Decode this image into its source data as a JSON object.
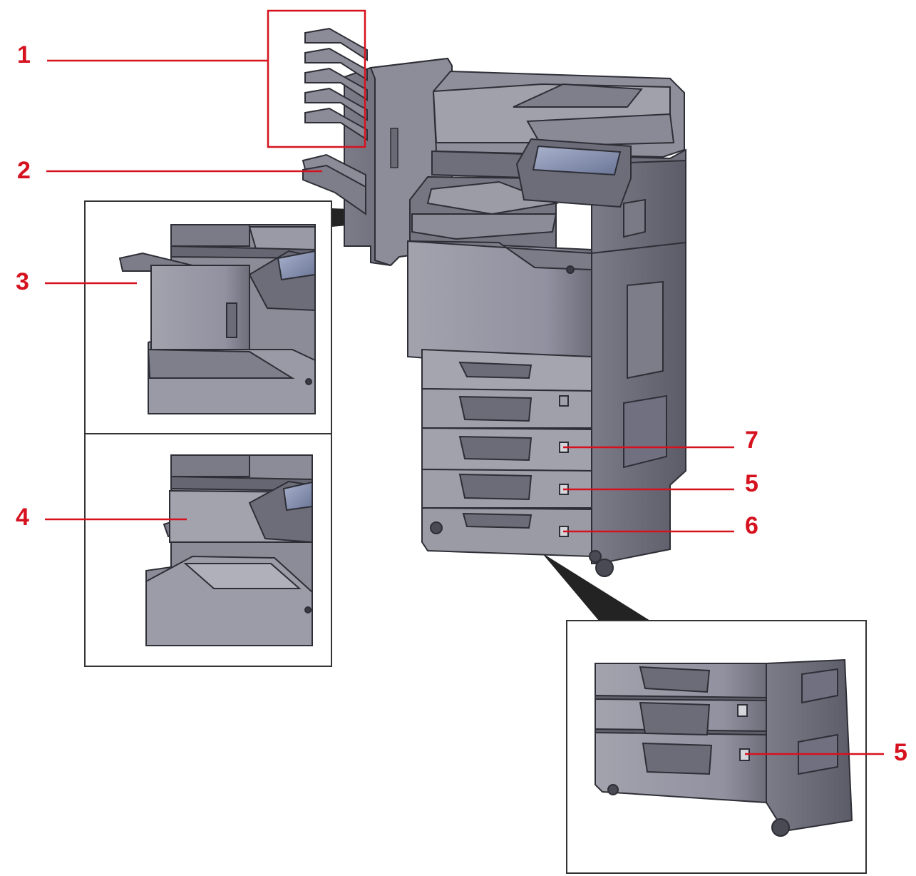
{
  "colors": {
    "callout": "#d6121f",
    "body_light": "#9b9ba7",
    "body_mid": "#858593",
    "body_dark": "#5f5f6b",
    "outline": "#2e2e36",
    "screen": "#7a86a8",
    "frame": "#333333",
    "wedge": "#222222"
  },
  "callouts": [
    {
      "id": "c1",
      "number": "1"
    },
    {
      "id": "c2",
      "number": "2"
    },
    {
      "id": "c3",
      "number": "3"
    },
    {
      "id": "c4",
      "number": "4"
    },
    {
      "id": "c7",
      "number": "7"
    },
    {
      "id": "c5a",
      "number": "5"
    },
    {
      "id": "c6",
      "number": "6"
    },
    {
      "id": "c5b",
      "number": "5"
    }
  ]
}
